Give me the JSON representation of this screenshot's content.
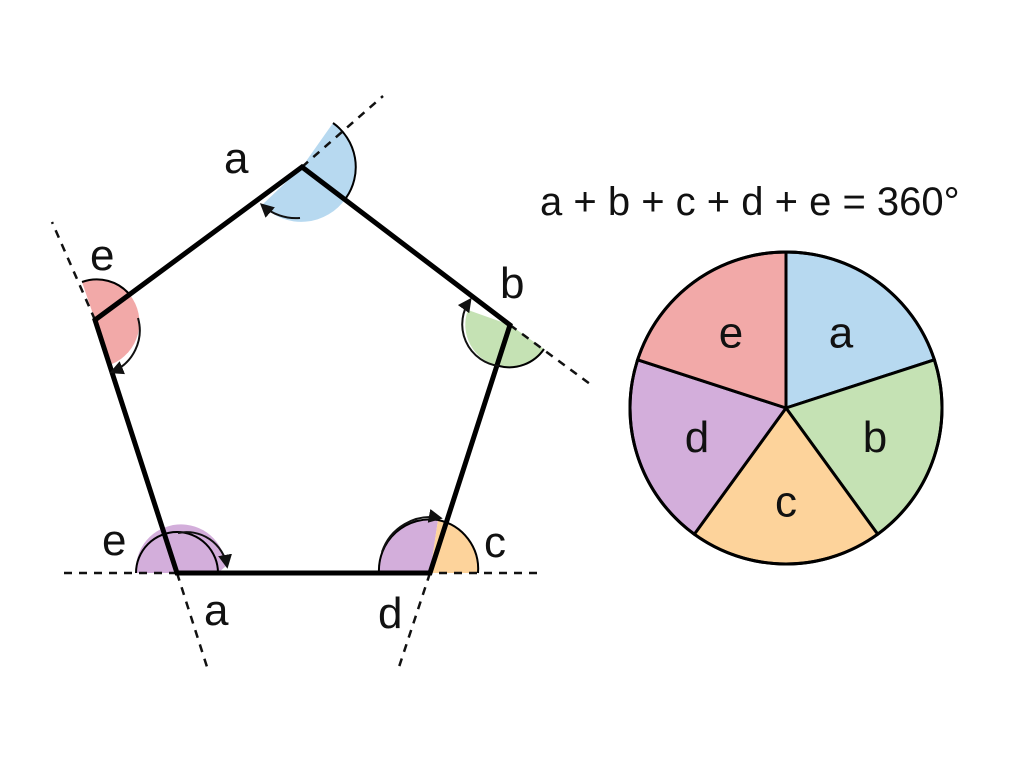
{
  "equation": "a + b + c + d + e = 360°",
  "colors": {
    "a": "#b7d9f0",
    "b": "#c5e2b4",
    "c": "#fdd39b",
    "d": "#d3aedb",
    "e": "#f2a9a8",
    "stroke": "#000000"
  },
  "pentagon_labels": {
    "top": "a",
    "right": "b",
    "bottom_right": "c",
    "bottom_right_interior": "d",
    "bottom_left": "e",
    "bottom_left_exterior": "a",
    "left": "e"
  },
  "pie": {
    "slices": [
      {
        "label": "a",
        "color_key": "a"
      },
      {
        "label": "b",
        "color_key": "b"
      },
      {
        "label": "c",
        "color_key": "c"
      },
      {
        "label": "d",
        "color_key": "d"
      },
      {
        "label": "e",
        "color_key": "e"
      }
    ]
  }
}
